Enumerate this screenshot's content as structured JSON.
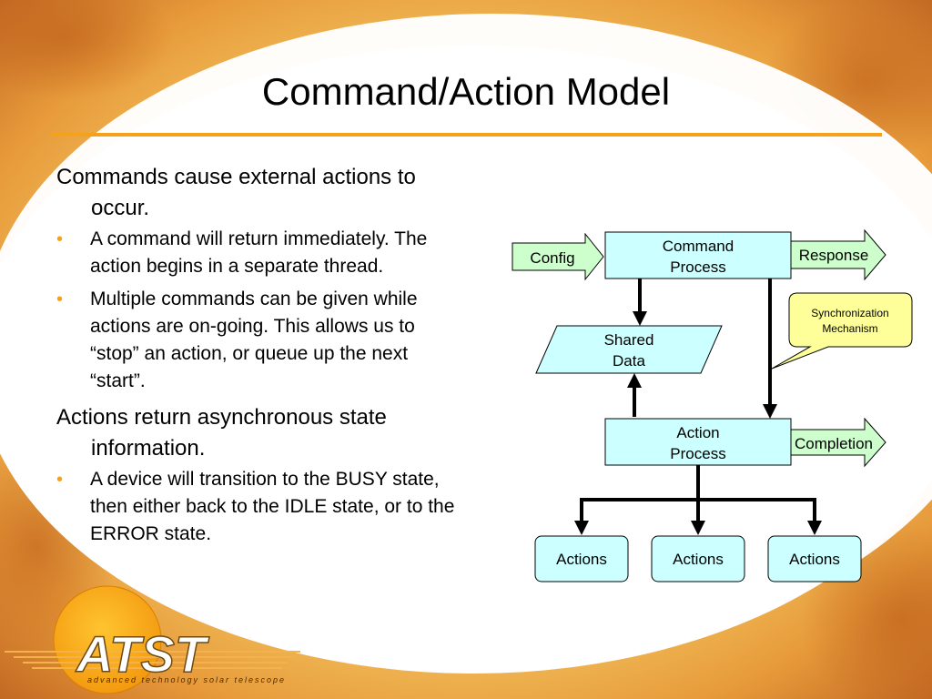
{
  "slide": {
    "title": "Command/Action Model",
    "sections": [
      {
        "heading": "Commands cause external actions to occur.",
        "bullets": [
          "A command will return immediately. The action begins in a separate thread.",
          "Multiple commands can be given while actions are on-going. This allows us to “stop” an action, or queue up the next “start”."
        ]
      },
      {
        "heading": "Actions return asynchronous state information.",
        "bullets": [
          "A device will transition to the BUSY state, then either back to the IDLE state, or to the ERROR state."
        ]
      }
    ],
    "bullet_glyph": "•"
  },
  "diagram": {
    "config": "Config",
    "command_process": [
      "Command",
      "Process"
    ],
    "response": "Response",
    "sync": [
      "Synchronization",
      "Mechanism"
    ],
    "shared_data": [
      "Shared",
      "Data"
    ],
    "action_process": [
      "Action",
      "Process"
    ],
    "completion": "Completion",
    "actions": [
      "Actions",
      "Actions",
      "Actions"
    ]
  },
  "logo": {
    "text": "ATST",
    "tagline": "advanced technology solar telescope"
  },
  "colors": {
    "accent": "#f5a21b",
    "process_fill": "#ccffff",
    "arrow_fill": "#ccffcc",
    "callout_fill": "#ffff99"
  }
}
